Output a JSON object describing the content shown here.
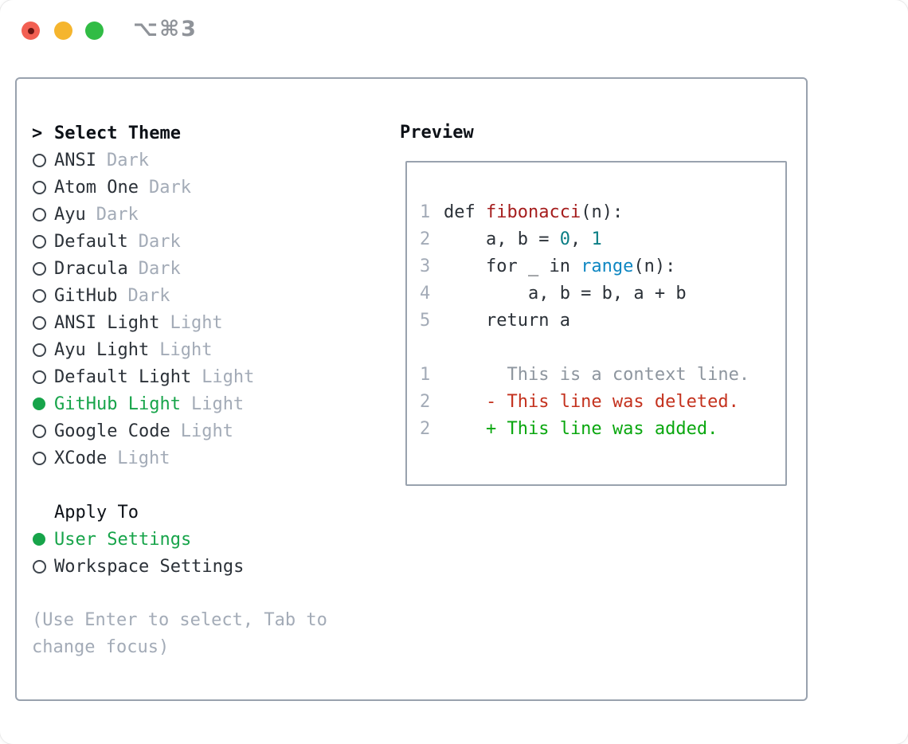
{
  "window": {
    "title": "⌥⌘3",
    "traffic_lights": [
      {
        "name": "close",
        "color": "#f25f52"
      },
      {
        "name": "minimize",
        "color": "#f5b52e"
      },
      {
        "name": "zoom",
        "color": "#31bc45"
      }
    ]
  },
  "theme_picker": {
    "prompt": ">",
    "title": "Select Theme",
    "themes": [
      {
        "name": "ANSI",
        "tag": "Dark",
        "selected": false
      },
      {
        "name": "Atom One",
        "tag": "Dark",
        "selected": false
      },
      {
        "name": "Ayu",
        "tag": "Dark",
        "selected": false
      },
      {
        "name": "Default",
        "tag": "Dark",
        "selected": false
      },
      {
        "name": "Dracula",
        "tag": "Dark",
        "selected": false
      },
      {
        "name": "GitHub",
        "tag": "Dark",
        "selected": false
      },
      {
        "name": "ANSI Light",
        "tag": "Light",
        "selected": false
      },
      {
        "name": "Ayu Light",
        "tag": "Light",
        "selected": false
      },
      {
        "name": "Default Light",
        "tag": "Light",
        "selected": false
      },
      {
        "name": "GitHub Light",
        "tag": "Light",
        "selected": true
      },
      {
        "name": "Google Code",
        "tag": "Light",
        "selected": false
      },
      {
        "name": "XCode",
        "tag": "Light",
        "selected": false
      }
    ],
    "apply_to": {
      "title": "Apply To",
      "options": [
        {
          "label": "User Settings",
          "selected": true
        },
        {
          "label": "Workspace Settings",
          "selected": false
        }
      ]
    },
    "hint": "(Use Enter to select, Tab to change focus)"
  },
  "preview": {
    "title": "Preview",
    "code_lines": [
      {
        "num": "1",
        "tokens": [
          {
            "t": "def ",
            "c": "plain"
          },
          {
            "t": "fibonacci",
            "c": "func"
          },
          {
            "t": "(n):",
            "c": "plain"
          }
        ]
      },
      {
        "num": "2",
        "tokens": [
          {
            "t": "    a, b = ",
            "c": "plain"
          },
          {
            "t": "0",
            "c": "num"
          },
          {
            "t": ", ",
            "c": "plain"
          },
          {
            "t": "1",
            "c": "num"
          }
        ]
      },
      {
        "num": "3",
        "tokens": [
          {
            "t": "    for _ in ",
            "c": "plain"
          },
          {
            "t": "range",
            "c": "builtin"
          },
          {
            "t": "(n):",
            "c": "plain"
          }
        ]
      },
      {
        "num": "4",
        "tokens": [
          {
            "t": "        a, b = b, a + b",
            "c": "plain"
          }
        ]
      },
      {
        "num": "5",
        "tokens": [
          {
            "t": "    return a",
            "c": "plain"
          }
        ]
      },
      {
        "num": "",
        "tokens": []
      },
      {
        "num": "1",
        "tokens": [
          {
            "t": "      This is a context line.",
            "c": "context"
          }
        ]
      },
      {
        "num": "2",
        "tokens": [
          {
            "t": "    - This line was deleted.",
            "c": "deleted"
          }
        ]
      },
      {
        "num": "2",
        "tokens": [
          {
            "t": "    + This line was added.",
            "c": "added"
          }
        ]
      }
    ]
  },
  "colors": {
    "selected_green": "#17a44a",
    "added_green": "#0aa70f",
    "deleted_red": "#c4321e",
    "function_red": "#a51d1d",
    "builtin_blue": "#0f87c2",
    "number_teal": "#0b7e85",
    "context_gray": "#8e969f",
    "muted_gray": "#a3abb7",
    "border_gray": "#99a2ae"
  }
}
